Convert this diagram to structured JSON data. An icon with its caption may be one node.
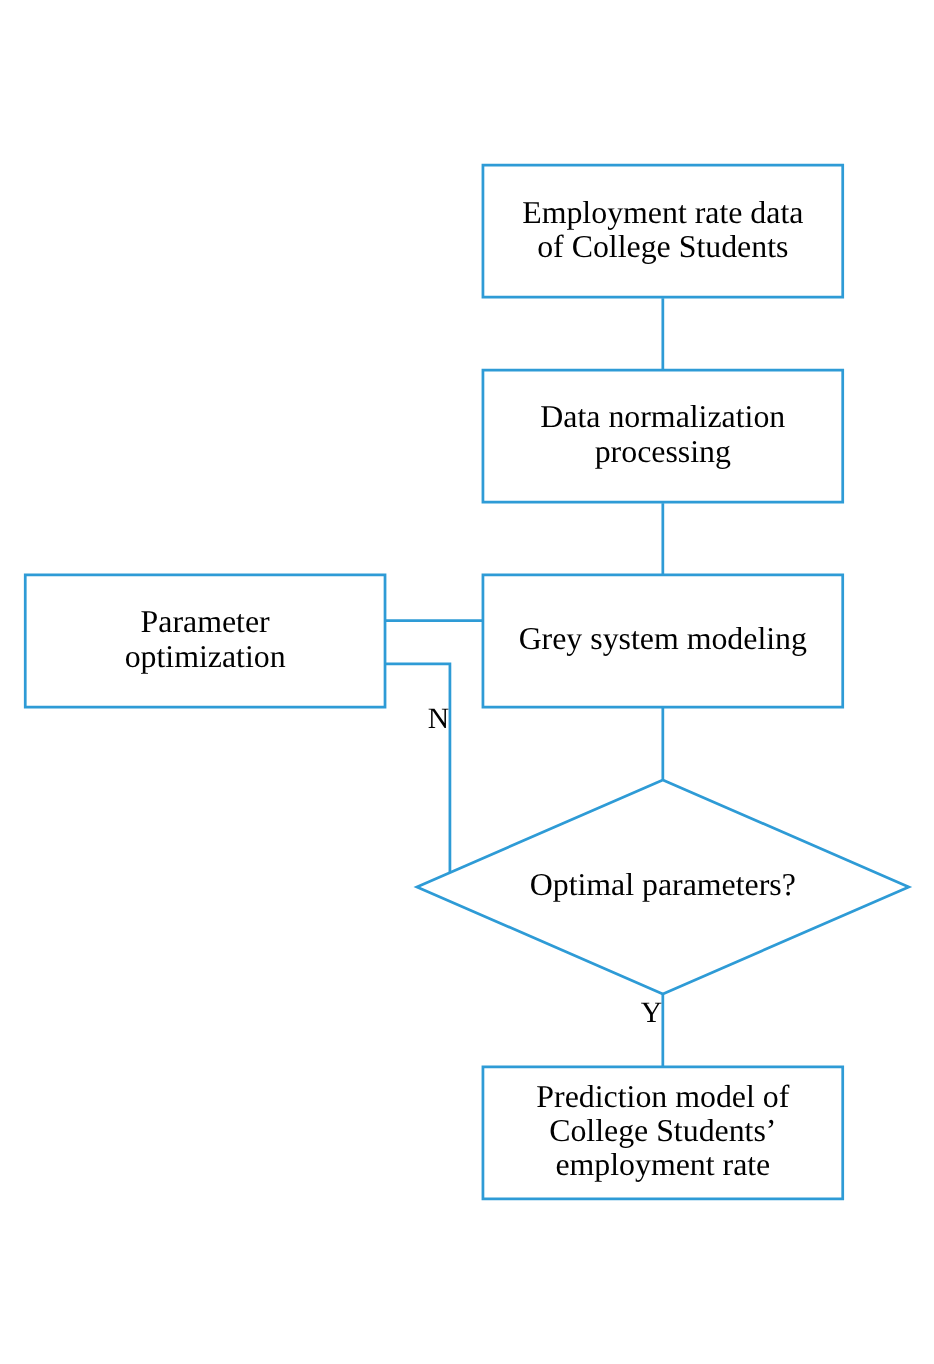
{
  "diagram": {
    "nodes": [
      {
        "text": [
          "Employment rate data of College Students"
        ]
      },
      {
        "text": [
          "Data normalization processing"
        ]
      },
      {
        "text": [
          "Grey system modeling"
        ]
      },
      {
        "text": [
          "Parameter optimization"
        ]
      },
      {
        "text": [
          "Optimal parameters?"
        ]
      },
      {
        "text": [
          "Prediction model of College Students’ employment rate"
        ]
      }
    ],
    "edges": [
      {
        "from": 0,
        "to": 1,
        "arrow": "none"
      },
      {
        "from": 1,
        "to": 2,
        "arrow": "none"
      },
      {
        "from": 2,
        "to": 4,
        "arrow": "none"
      },
      {
        "from": 4,
        "to": 3,
        "arrow": "none",
        "label": "N"
      },
      {
        "from": 3,
        "to": 2,
        "arrow": "none"
      },
      {
        "from": 4,
        "to": 5,
        "arrow": "none",
        "label": "Y"
      }
    ]
  }
}
